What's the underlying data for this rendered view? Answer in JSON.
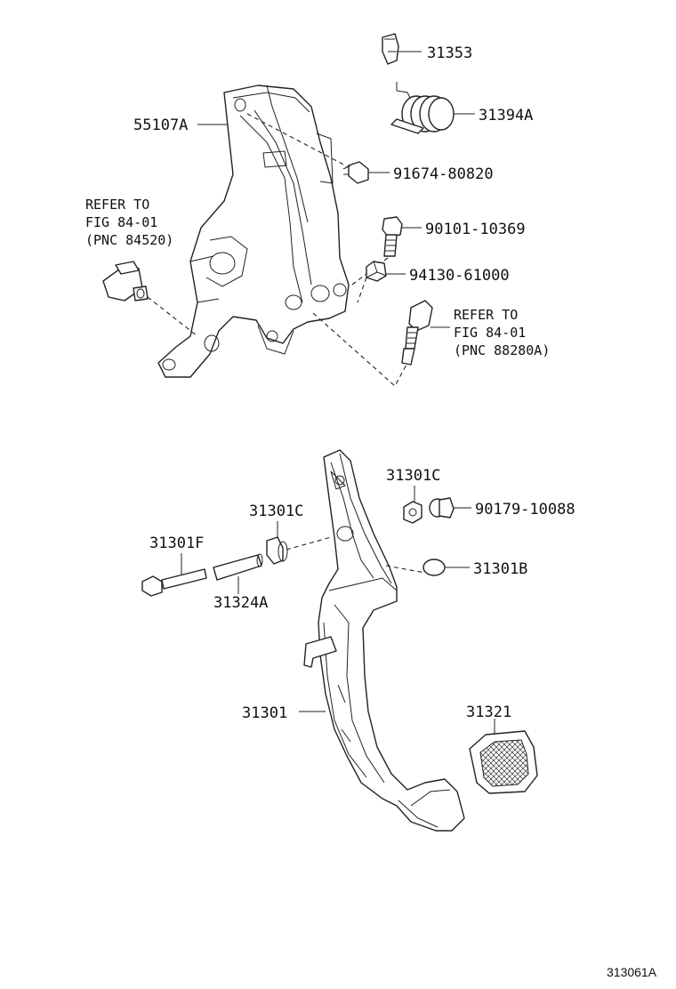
{
  "figure_id": "313061A",
  "parts": {
    "p31353": "31353",
    "p31394A": "31394A",
    "p55107A": "55107A",
    "p91674": "91674-80820",
    "p90101": "90101-10369",
    "p94130": "94130-61000",
    "p31301C_top": "31301C",
    "p90179": "90179-10088",
    "p31301C_left": "31301C",
    "p31301F": "31301F",
    "p31301B": "31301B",
    "p31324A": "31324A",
    "p31301": "31301",
    "p31321": "31321"
  },
  "refs": {
    "left": {
      "line1": "REFER TO",
      "line2": "FIG 84-01",
      "line3": "(PNC 84520)"
    },
    "right": {
      "line1": "REFER TO",
      "line2": "FIG 84-01",
      "line3": "(PNC 88280A)"
    }
  }
}
